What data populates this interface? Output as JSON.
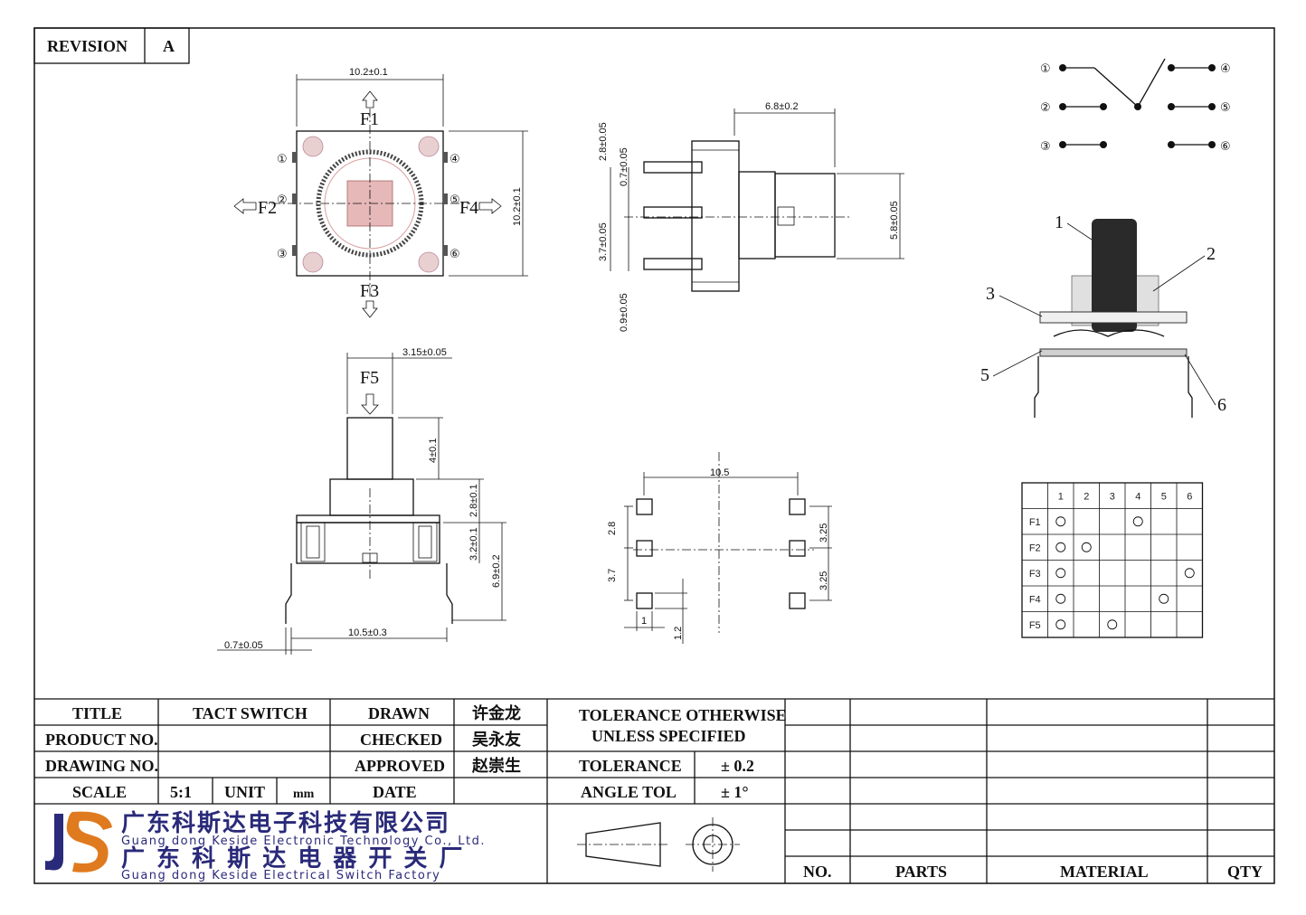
{
  "revision": {
    "label": "REVISION",
    "value": "A"
  },
  "top_view": {
    "dim_width": "10.2±0.1",
    "dim_height": "10.2±0.1",
    "forces": {
      "f1": "F1",
      "f2": "F2",
      "f3": "F3",
      "f4": "F4"
    },
    "pins": [
      "①",
      "②",
      "③",
      "④",
      "⑤",
      "⑥"
    ]
  },
  "side_view": {
    "dim_length": "6.8±0.2",
    "dim_height": "5.8±0.05",
    "dim_a": "2.8±0.05",
    "dim_b": "0.7±0.05",
    "dim_c": "3.7±0.05",
    "dim_d": "0.9±0.05"
  },
  "schematic": {
    "pins": [
      "①",
      "②",
      "③",
      "④",
      "⑤",
      "⑥"
    ]
  },
  "section": {
    "callouts": [
      "1",
      "2",
      "3",
      "5",
      "6"
    ]
  },
  "front_view": {
    "force": "F5",
    "dim_actuator_w": "3.15±0.05",
    "dim_actuator_h": "4±0.1",
    "dim_a": "2.8±0.1",
    "dim_b": "3.2±0.1",
    "dim_c": "6.9±0.2",
    "dim_pitch": "10.5±0.3",
    "dim_pin": "0.7±0.05"
  },
  "pcb_layout": {
    "dim_width": "10.5",
    "dim_a": "2.8",
    "dim_b": "3.7",
    "dim_c": "3.25",
    "dim_d": "3.25",
    "dim_e": "1",
    "dim_f": "1.2"
  },
  "truth_table": {
    "columns": [
      "1",
      "2",
      "3",
      "4",
      "5",
      "6"
    ],
    "rows": [
      {
        "label": "F1",
        "on": [
          1,
          4
        ]
      },
      {
        "label": "F2",
        "on": [
          1,
          2
        ]
      },
      {
        "label": "F3",
        "on": [
          1,
          6
        ]
      },
      {
        "label": "F4",
        "on": [
          1,
          5
        ]
      },
      {
        "label": "F5",
        "on": [
          1,
          3
        ]
      }
    ]
  },
  "title_block": {
    "title_label": "TITLE",
    "title_value": "TACT SWITCH",
    "product_label": "PRODUCT NO.",
    "product_value": "",
    "drawing_label": "DRAWING NO.",
    "drawing_value": "",
    "scale_label": "SCALE",
    "scale_value": "5:1",
    "unit_label": "UNIT",
    "unit_value": "mm",
    "drawn_label": "DRAWN",
    "drawn_value": "许金龙",
    "checked_label": "CHECKED",
    "checked_value": "吴永友",
    "approved_label": "APPROVED",
    "approved_value": "赵崇生",
    "date_label": "DATE",
    "date_value": "",
    "tol_line1": "TOLERANCE OTHERWISE",
    "tol_line2": "UNLESS SPECIFIED",
    "tolerance_label": "TOLERANCE",
    "tolerance_value": "± 0.2",
    "angle_label": "ANGLE TOL",
    "angle_value": "± 1°"
  },
  "company": {
    "name_cn_1": "广东科斯达电子科技有限公司",
    "name_en_1": "Guang dong Keside  Electronic Technology Co., Ltd.",
    "name_cn_2": "广 东 科 斯 达 电 器 开 关 厂",
    "name_en_2": "Guang dong Keside Electrical Switch Factory",
    "logo_color": "#2a2a7a",
    "logo_accent": "#e07a1f"
  },
  "parts_header": {
    "no": "NO.",
    "parts": "PARTS",
    "material": "MATERIAL",
    "qty": "QTY"
  }
}
